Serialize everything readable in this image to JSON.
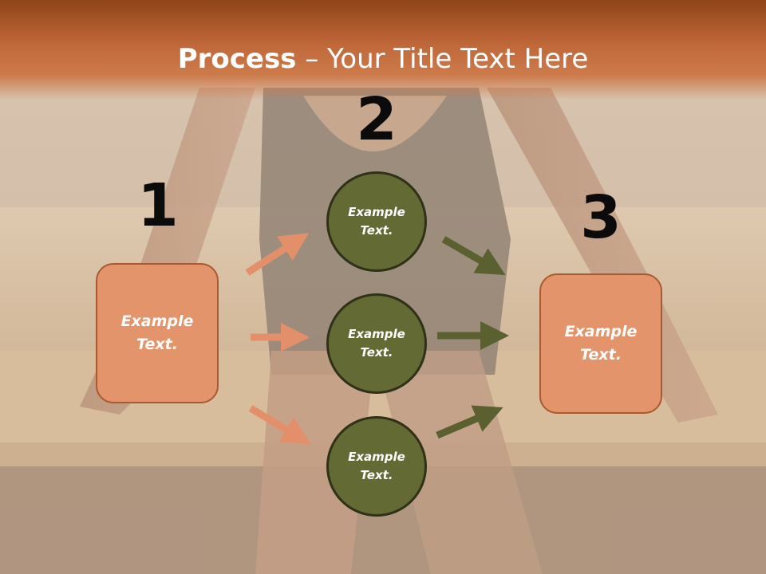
{
  "slide": {
    "title_bold": "Process",
    "title_rest": " – Your Title Text Here"
  },
  "steps": {
    "step1_number": "1",
    "step2_number": "2",
    "step3_number": "3"
  },
  "nodes": {
    "left_box": "Example Text.",
    "right_box": "Example Text.",
    "circle_top": "Example Text.",
    "circle_middle": "Example Text.",
    "circle_bottom": "Example Text."
  },
  "colors": {
    "header": "#c0683a",
    "box_fill": "#e3946a",
    "circle_fill": "#636a33",
    "arrow_orange": "#e3906a",
    "arrow_green": "#5b6030"
  }
}
